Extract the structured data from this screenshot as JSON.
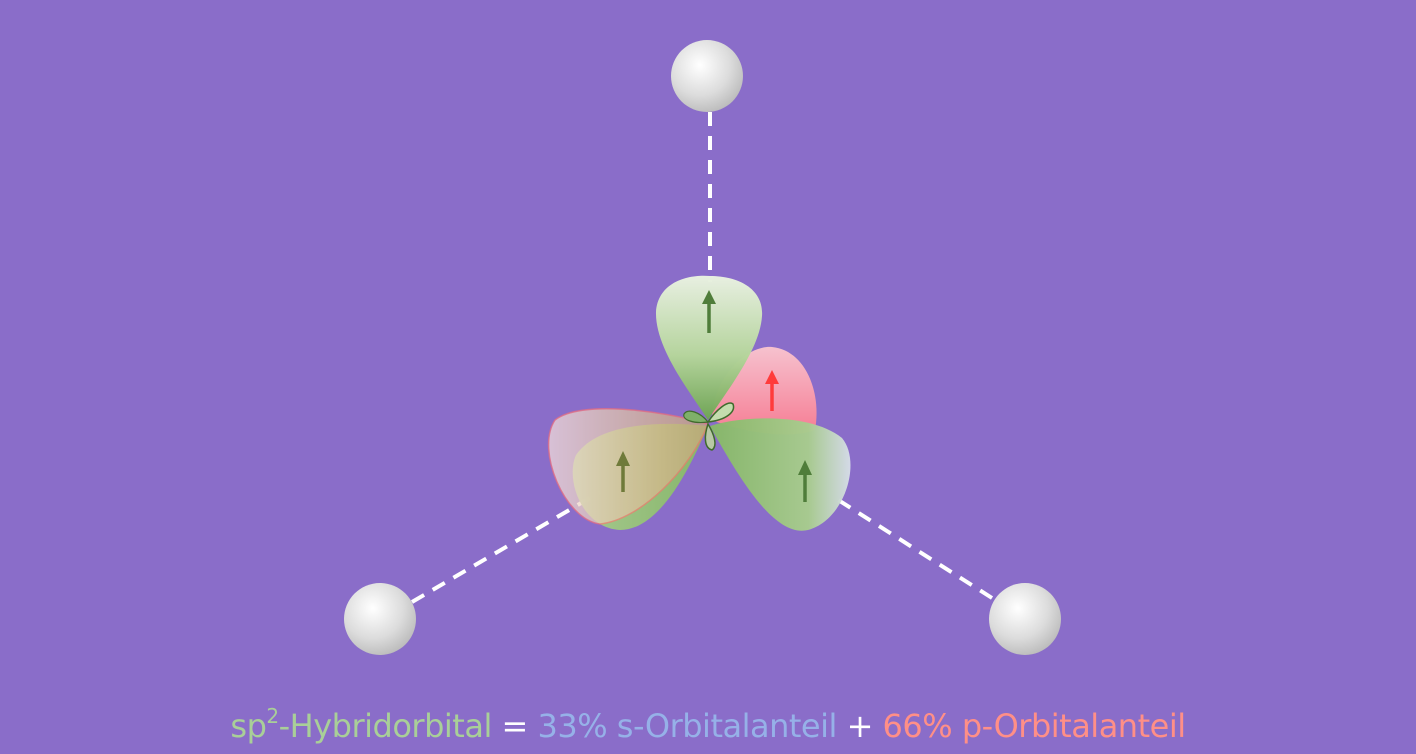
{
  "formula": {
    "term1_prefix": "sp",
    "term1_superscript": "2",
    "term1_suffix": "-Hybridorbital",
    "equals": "=",
    "term2": "33% s-Orbitalanteil",
    "plus": "+",
    "term3": "66% p-Orbitalanteil"
  },
  "colors": {
    "background": "#8a6dc9",
    "hybrid_text": "#a9cf98",
    "s_text": "#96b1e8",
    "p_text": "#ff8f87",
    "operator_text": "#ffffff",
    "hybrid_lobe": "#8fc06f",
    "p_lobe": "#ff8c99",
    "hybrid_arrow": "#4f7d3a",
    "p_arrow": "#ff3b3b",
    "ligand": "#d9d9d9",
    "bond_line": "#ffffff"
  },
  "ligands": [
    {
      "name": "top"
    },
    {
      "name": "bottom-left"
    },
    {
      "name": "bottom-right"
    }
  ],
  "lobes": [
    {
      "name": "hybrid-lobe-top",
      "kind": "hybrid"
    },
    {
      "name": "p-lobe-upper-right",
      "kind": "p"
    },
    {
      "name": "hybrid-lobe-left",
      "kind": "hybrid"
    },
    {
      "name": "p-lobe-left",
      "kind": "p"
    },
    {
      "name": "hybrid-lobe-right",
      "kind": "hybrid"
    }
  ]
}
